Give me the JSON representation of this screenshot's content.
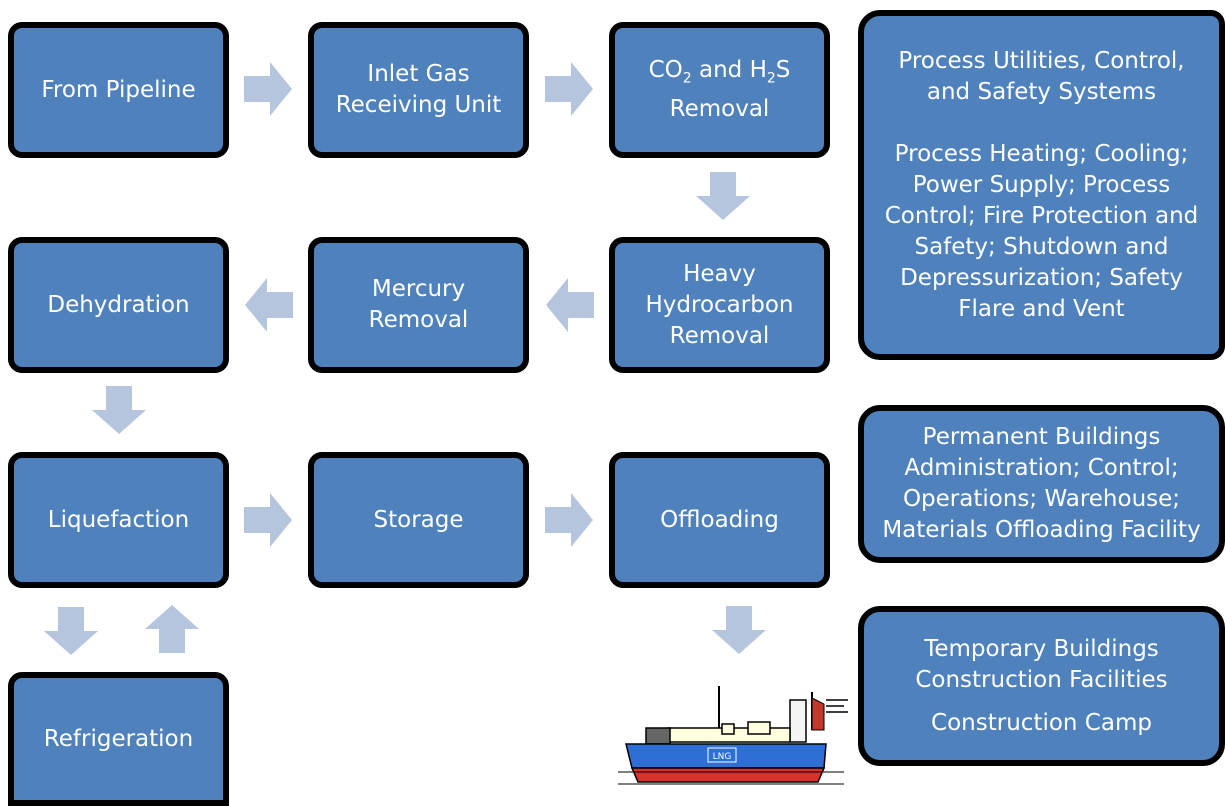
{
  "colors": {
    "box_fill": "#4f81bd",
    "box_border": "#000000",
    "box_text": "#ffffff",
    "arrow": "#b5c5de",
    "background": "#ffffff"
  },
  "process": {
    "from_pipeline": "From Pipeline",
    "inlet_gas_line1": "Inlet Gas",
    "inlet_gas_line2": "Receiving Unit",
    "co2_h2s_removal": {
      "co": "CO",
      "co_sub": "2",
      "and_h": " and H",
      "h_sub": "2",
      "s": "S",
      "line2": "Removal"
    },
    "heavy_hc_line1": "Heavy",
    "heavy_hc_line2": "Hydrocarbon",
    "heavy_hc_line3": "Removal",
    "mercury_line1": "Mercury",
    "mercury_line2": "Removal",
    "dehydration": "Dehydration",
    "liquefaction": "Liquefaction",
    "storage": "Storage",
    "offloading": "Offloading",
    "refrigeration": "Refrigeration"
  },
  "utilities": {
    "title_line1": "Process Utilities, Control,",
    "title_line2": "and Safety Systems",
    "body_line1": "Process Heating; Cooling;",
    "body_line2": "Power Supply; Process",
    "body_line3": "Control; Fire Protection and",
    "body_line4": "Safety; Shutdown and",
    "body_line5": "Depressurization; Safety",
    "body_line6": "Flare and Vent"
  },
  "permanent": {
    "line1": "Permanent Buildings",
    "line2": "Administration; Control;",
    "line3": "Operations; Warehouse;",
    "line4": "Materials Offloading Facility"
  },
  "temporary": {
    "line1": "Temporary Buildings",
    "line2": "Construction Facilities",
    "line3": "Construction Camp"
  },
  "ship": {
    "hull_label": "LNG",
    "icon": "lng-tanker-ship-icon"
  },
  "arrows": [
    "right",
    "right",
    "down",
    "left",
    "left",
    "down",
    "right",
    "right",
    "down",
    "down",
    "up"
  ]
}
